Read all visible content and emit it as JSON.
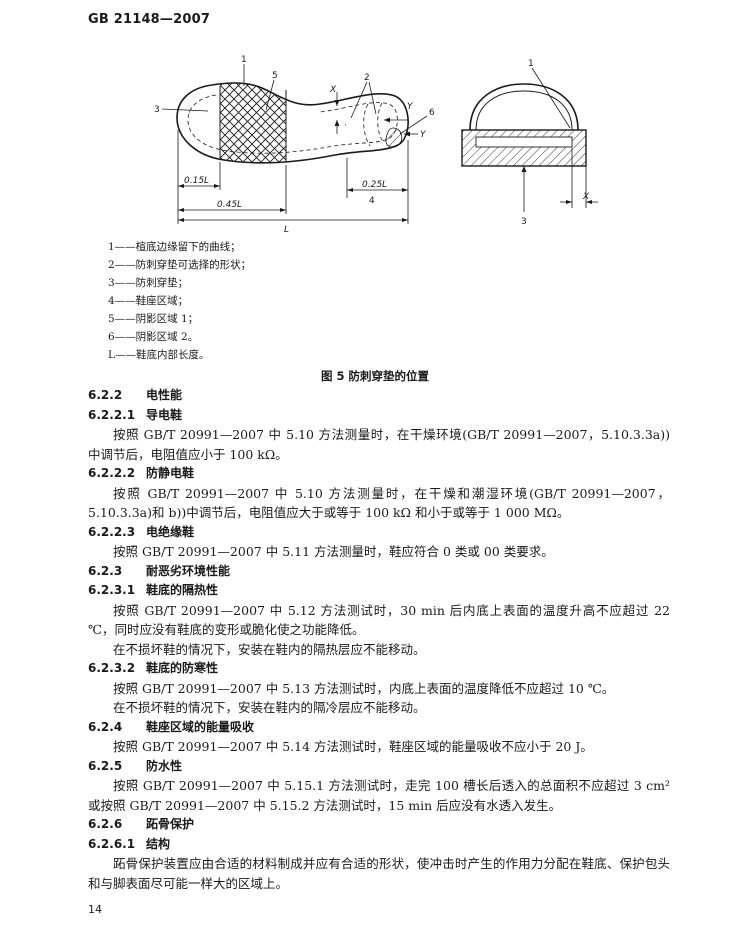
{
  "header": {
    "standard_code": "GB 21148—2007"
  },
  "figure": {
    "labels": {
      "l1": "1",
      "l2": "2",
      "l3": "3",
      "l4": "4",
      "l5": "5",
      "l6": "6",
      "x": "X",
      "y": "Y",
      "dim_015": "0.15L",
      "dim_045": "0.45L",
      "dim_025": "0.25L",
      "dim_L": "L"
    },
    "legend": [
      "1——楦底边缘留下的曲线；",
      "2——防刺穿垫可选择的形状；",
      "3——防刺穿垫；",
      "4——鞋座区域；",
      "5——阴影区域 1；",
      "6——阴影区域 2。",
      "L——鞋底内部长度。"
    ],
    "caption": "图 5   防刺穿垫的位置"
  },
  "sections": [
    {
      "num": "6.2.2",
      "title": "电性能",
      "paragraphs": []
    },
    {
      "num": "6.2.2.1",
      "title": "导电鞋",
      "paragraphs": [
        "按照 GB/T 20991—2007 中 5.10 方法测量时，在干燥环境(GB/T 20991—2007，5.10.3.3a))中调节后，电阻值应小于 100 kΩ。"
      ]
    },
    {
      "num": "6.2.2.2",
      "title": "防静电鞋",
      "paragraphs": [
        "按照 GB/T 20991—2007 中 5.10 方法测量时，在干燥和潮湿环境(GB/T 20991—2007，5.10.3.3a)和 b))中调节后，电阻值应大于或等于 100 kΩ 和小于或等于 1 000 MΩ。"
      ]
    },
    {
      "num": "6.2.2.3",
      "title": "电绝缘鞋",
      "paragraphs": [
        "按照 GB/T 20991—2007 中 5.11 方法测量时，鞋应符合 0 类或 00 类要求。"
      ]
    },
    {
      "num": "6.2.3",
      "title": "耐恶劣环境性能",
      "paragraphs": []
    },
    {
      "num": "6.2.3.1",
      "title": "鞋底的隔热性",
      "paragraphs": [
        "按照 GB/T 20991—2007 中 5.12 方法测试时，30 min 后内底上表面的温度升高不应超过 22 ℃，同时应没有鞋底的变形或脆化使之功能降低。",
        "在不损坏鞋的情况下，安装在鞋内的隔热层应不能移动。"
      ]
    },
    {
      "num": "6.2.3.2",
      "title": "鞋底的防寒性",
      "paragraphs": [
        "按照 GB/T 20991—2007 中 5.13 方法测试时，内底上表面的温度降低不应超过 10 ℃。",
        "在不损坏鞋的情况下，安装在鞋内的隔冷层应不能移动。"
      ]
    },
    {
      "num": "6.2.4",
      "title": "鞋座区域的能量吸收",
      "paragraphs": [
        "按照 GB/T 20991—2007 中 5.14 方法测试时，鞋座区域的能量吸收不应小于 20 J。"
      ]
    },
    {
      "num": "6.2.5",
      "title": "防水性",
      "paragraphs": [
        "按照 GB/T 20991—2007 中 5.15.1 方法测试时，走完 100 槽长后透入的总面积不应超过 3 cm² 或按照 GB/T 20991—2007 中 5.15.2 方法测试时，15 min 后应没有水透入发生。"
      ]
    },
    {
      "num": "6.2.6",
      "title": "跖骨保护",
      "paragraphs": []
    },
    {
      "num": "6.2.6.1",
      "title": "结构",
      "paragraphs": [
        "跖骨保护装置应由合适的材料制成并应有合适的形状，使冲击时产生的作用力分配在鞋底、保护包头和与脚表面尽可能一样大的区域上。"
      ]
    }
  ],
  "footer": {
    "page_number": "14"
  }
}
